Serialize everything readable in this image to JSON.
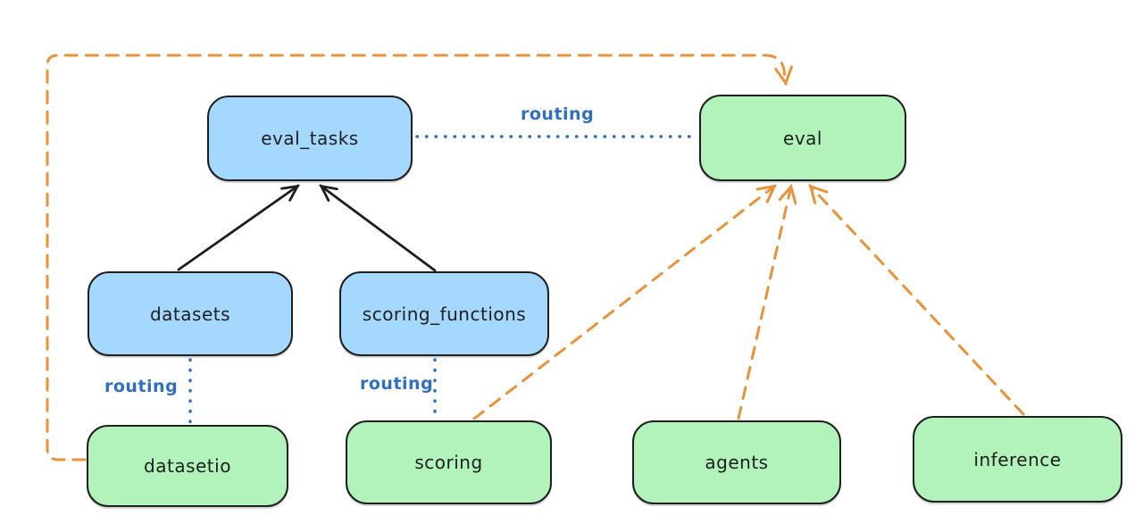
{
  "diagram": {
    "background": "#ffffff",
    "colors": {
      "blue_node_fill": "#a5d8ff",
      "green_node_fill": "#b2f2bb",
      "node_stroke": "#1e1e1e",
      "routing_blue": "#2e6fc4",
      "orange_dashed": "#e8923a",
      "black_arrow": "#1e1e1e"
    },
    "nodes": [
      {
        "id": "eval_tasks",
        "label": "eval_tasks",
        "fill": "blue"
      },
      {
        "id": "eval",
        "label": "eval",
        "fill": "green"
      },
      {
        "id": "datasets",
        "label": "datasets",
        "fill": "blue"
      },
      {
        "id": "scoring_functions",
        "label": "scoring_functions",
        "fill": "blue"
      },
      {
        "id": "datasetio",
        "label": "datasetio",
        "fill": "green"
      },
      {
        "id": "scoring",
        "label": "scoring",
        "fill": "green"
      },
      {
        "id": "agents",
        "label": "agents",
        "fill": "green"
      },
      {
        "id": "inference",
        "label": "inference",
        "fill": "green"
      }
    ],
    "routing_labels": [
      {
        "text": "routing"
      },
      {
        "text": "routing"
      },
      {
        "text": "routing"
      }
    ],
    "edges": [
      {
        "from": "datasets",
        "to": "eval_tasks",
        "style": "solid",
        "color": "black",
        "arrowhead": "end"
      },
      {
        "from": "scoring_functions",
        "to": "eval_tasks",
        "style": "solid",
        "color": "black",
        "arrowhead": "end"
      },
      {
        "from": "eval_tasks",
        "to": "eval",
        "style": "dotted",
        "color": "blue",
        "label": "routing",
        "arrowhead": "none"
      },
      {
        "from": "datasets",
        "to": "datasetio",
        "style": "dotted",
        "color": "blue",
        "label": "routing",
        "arrowhead": "none"
      },
      {
        "from": "scoring_functions",
        "to": "scoring",
        "style": "dotted",
        "color": "blue",
        "label": "routing",
        "arrowhead": "none"
      },
      {
        "from": "datasetio",
        "to": "eval",
        "style": "dashed",
        "color": "orange",
        "arrowhead": "end",
        "route": "left-and-over-top"
      },
      {
        "from": "scoring",
        "to": "eval",
        "style": "dashed",
        "color": "orange",
        "arrowhead": "end"
      },
      {
        "from": "agents",
        "to": "eval",
        "style": "dashed",
        "color": "orange",
        "arrowhead": "end"
      },
      {
        "from": "inference",
        "to": "eval",
        "style": "dashed",
        "color": "orange",
        "arrowhead": "end"
      }
    ]
  }
}
